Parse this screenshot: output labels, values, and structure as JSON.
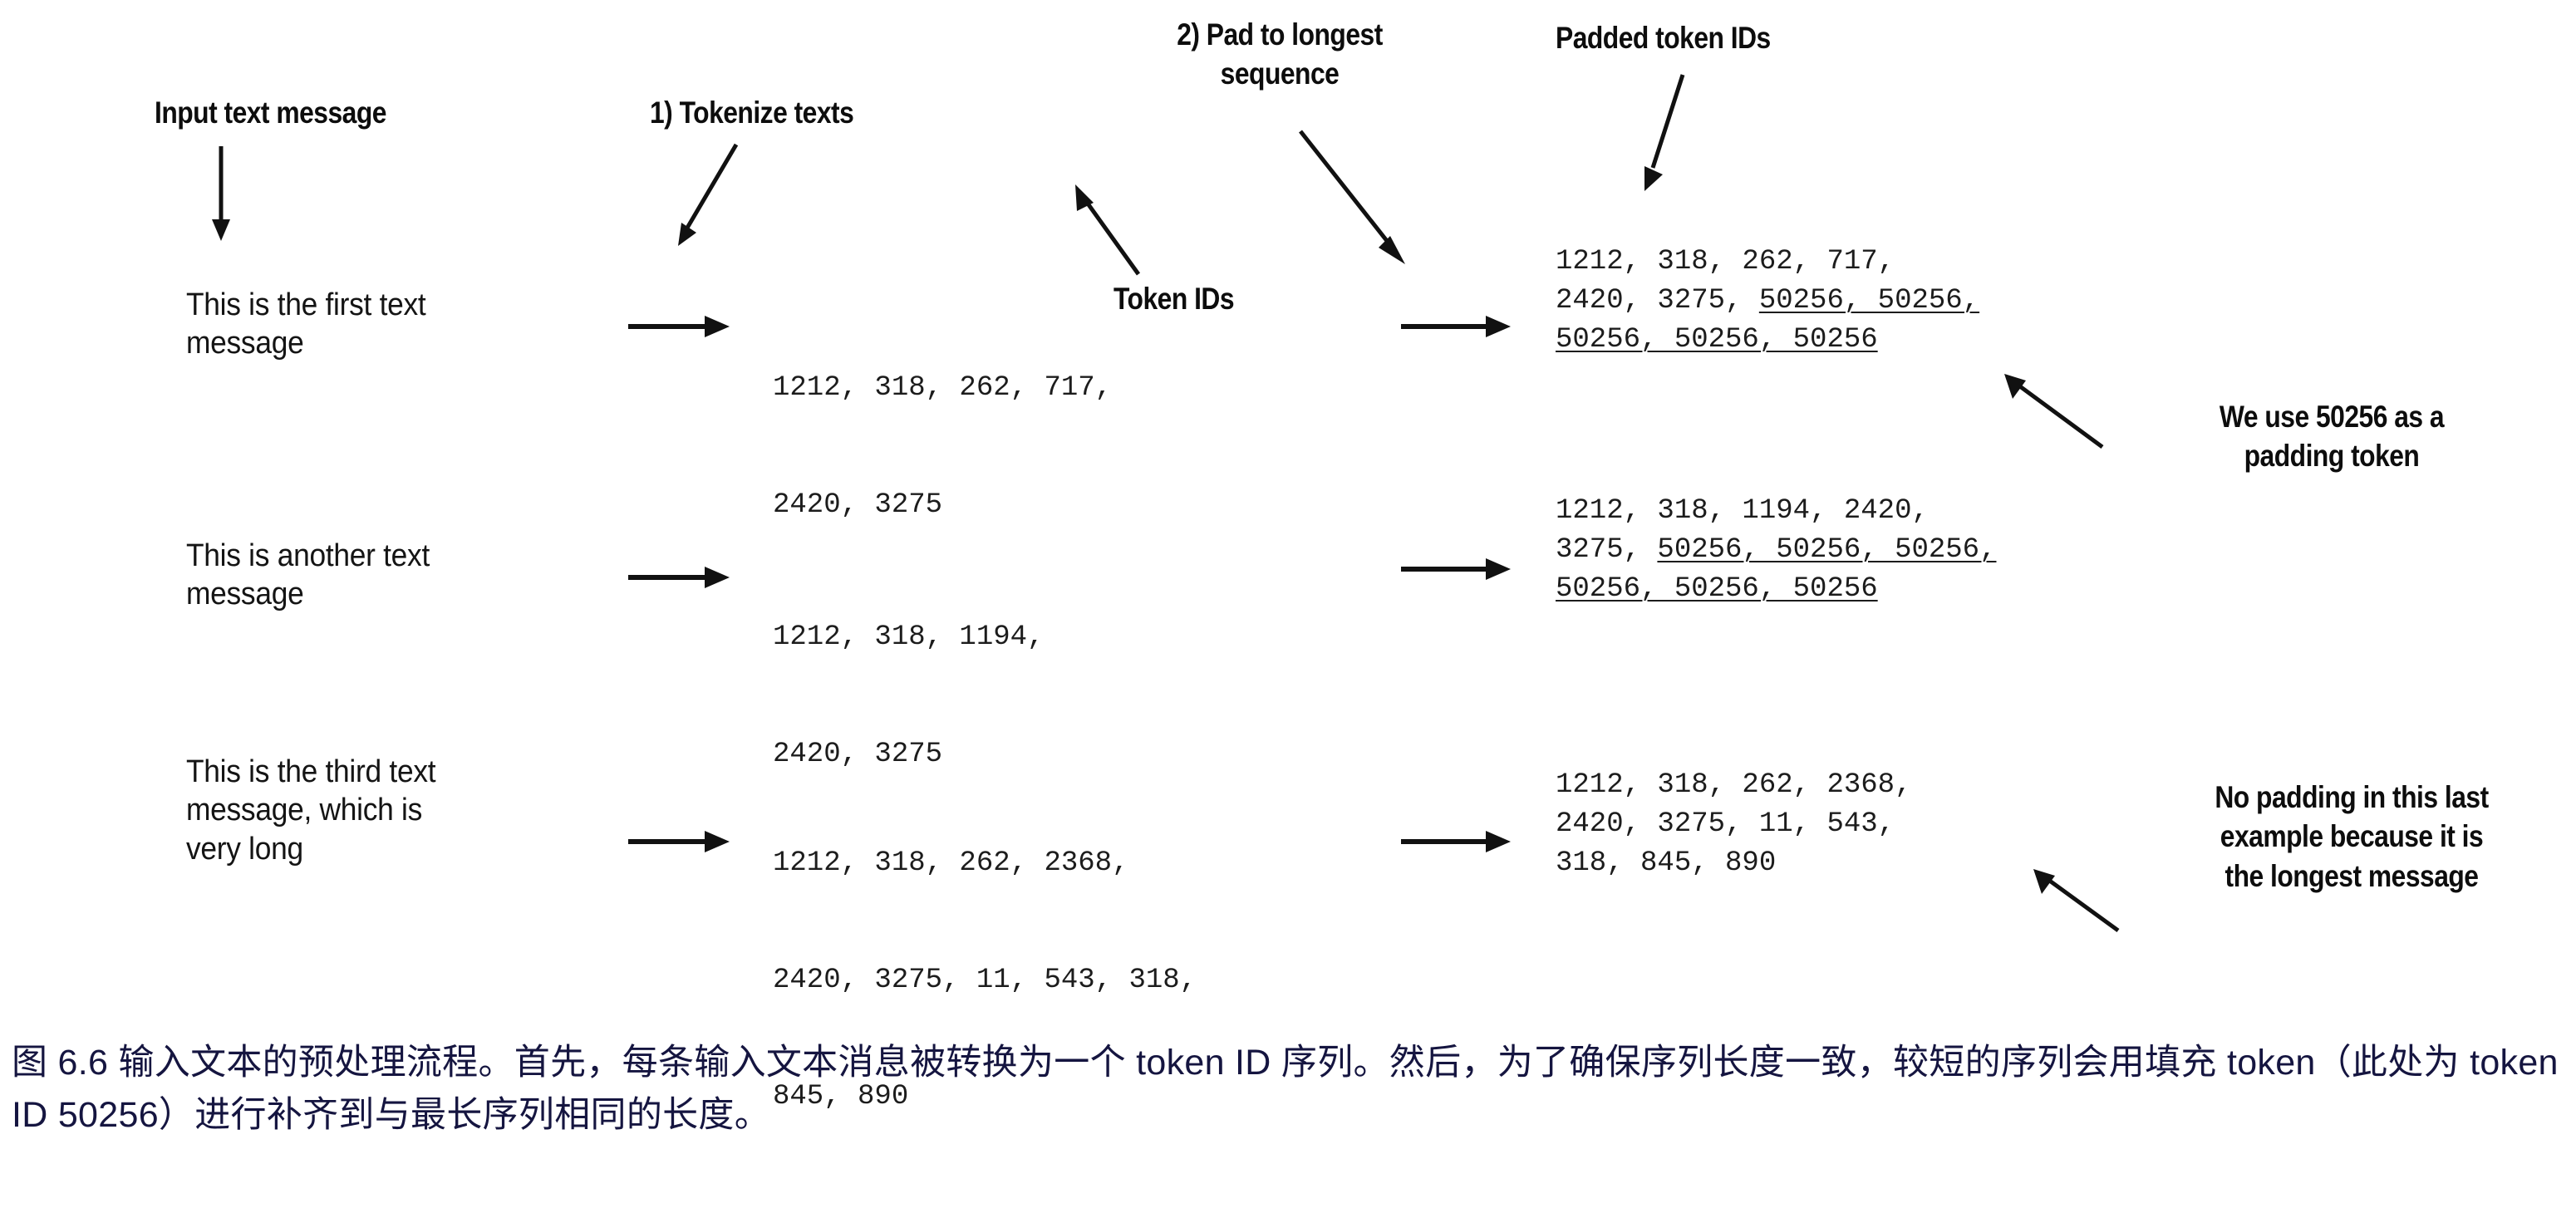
{
  "figure": {
    "headings": {
      "input_text_message": "Input text message",
      "tokenize_texts": "1) Tokenize texts",
      "pad_to_longest_line1": "2) Pad to longest",
      "pad_to_longest_line2": "sequence",
      "padded_token_ids": "Padded token IDs",
      "token_ids": "Token IDs"
    },
    "annotations": {
      "padding_note_line1": "We use 50256 as a",
      "padding_note_line2": "padding token",
      "no_padding_note_line1": "No padding in this last",
      "no_padding_note_line2": "example because it is",
      "no_padding_note_line3": "the longest message"
    },
    "rows": [
      {
        "message_lines": [
          "This is the first text",
          "message"
        ],
        "token_ids_lines": [
          "1212, 318, 262, 717,",
          "2420, 3275"
        ],
        "padded_segments": [
          [
            {
              "text": "1212, 318, 262, 717,",
              "pad": false
            }
          ],
          [
            {
              "text": "2420, 3275, ",
              "pad": false
            },
            {
              "text": "50256, 50256,",
              "pad": true
            }
          ],
          [
            {
              "text": "50256, 50256, 50256",
              "pad": true
            }
          ]
        ]
      },
      {
        "message_lines": [
          "This is another text",
          "message"
        ],
        "token_ids_lines": [
          "1212, 318, 1194,",
          "2420, 3275"
        ],
        "padded_segments": [
          [
            {
              "text": "1212, 318, 1194, 2420,",
              "pad": false
            }
          ],
          [
            {
              "text": "3275, ",
              "pad": false
            },
            {
              "text": "50256, 50256, 50256,",
              "pad": true
            }
          ],
          [
            {
              "text": "50256, 50256, 50256",
              "pad": true
            }
          ]
        ]
      },
      {
        "message_lines": [
          "This is the third text",
          "message, which is",
          "very long"
        ],
        "token_ids_lines": [
          "1212, 318, 262, 2368,",
          "2420, 3275, 11, 543, 318,",
          "845, 890"
        ],
        "padded_segments": [
          [
            {
              "text": "1212, 318, 262, 2368,",
              "pad": false
            }
          ],
          [
            {
              "text": "2420, 3275, 11, 543,",
              "pad": false
            }
          ],
          [
            {
              "text": "318, 845, 890",
              "pad": false
            }
          ]
        ]
      }
    ],
    "padding_token_id": "50256",
    "caption": "图 6.6 输入文本的预处理流程。首先，每条输入文本消息被转换为一个 token ID 序列。然后，为了确保序列长度一致，较短的序列会用填充 token（此处为 token ID 50256）进行补齐到与最长序列相同的长度。",
    "colors": {
      "ink": "#111111",
      "caption": "#151540",
      "background": "#ffffff"
    }
  }
}
